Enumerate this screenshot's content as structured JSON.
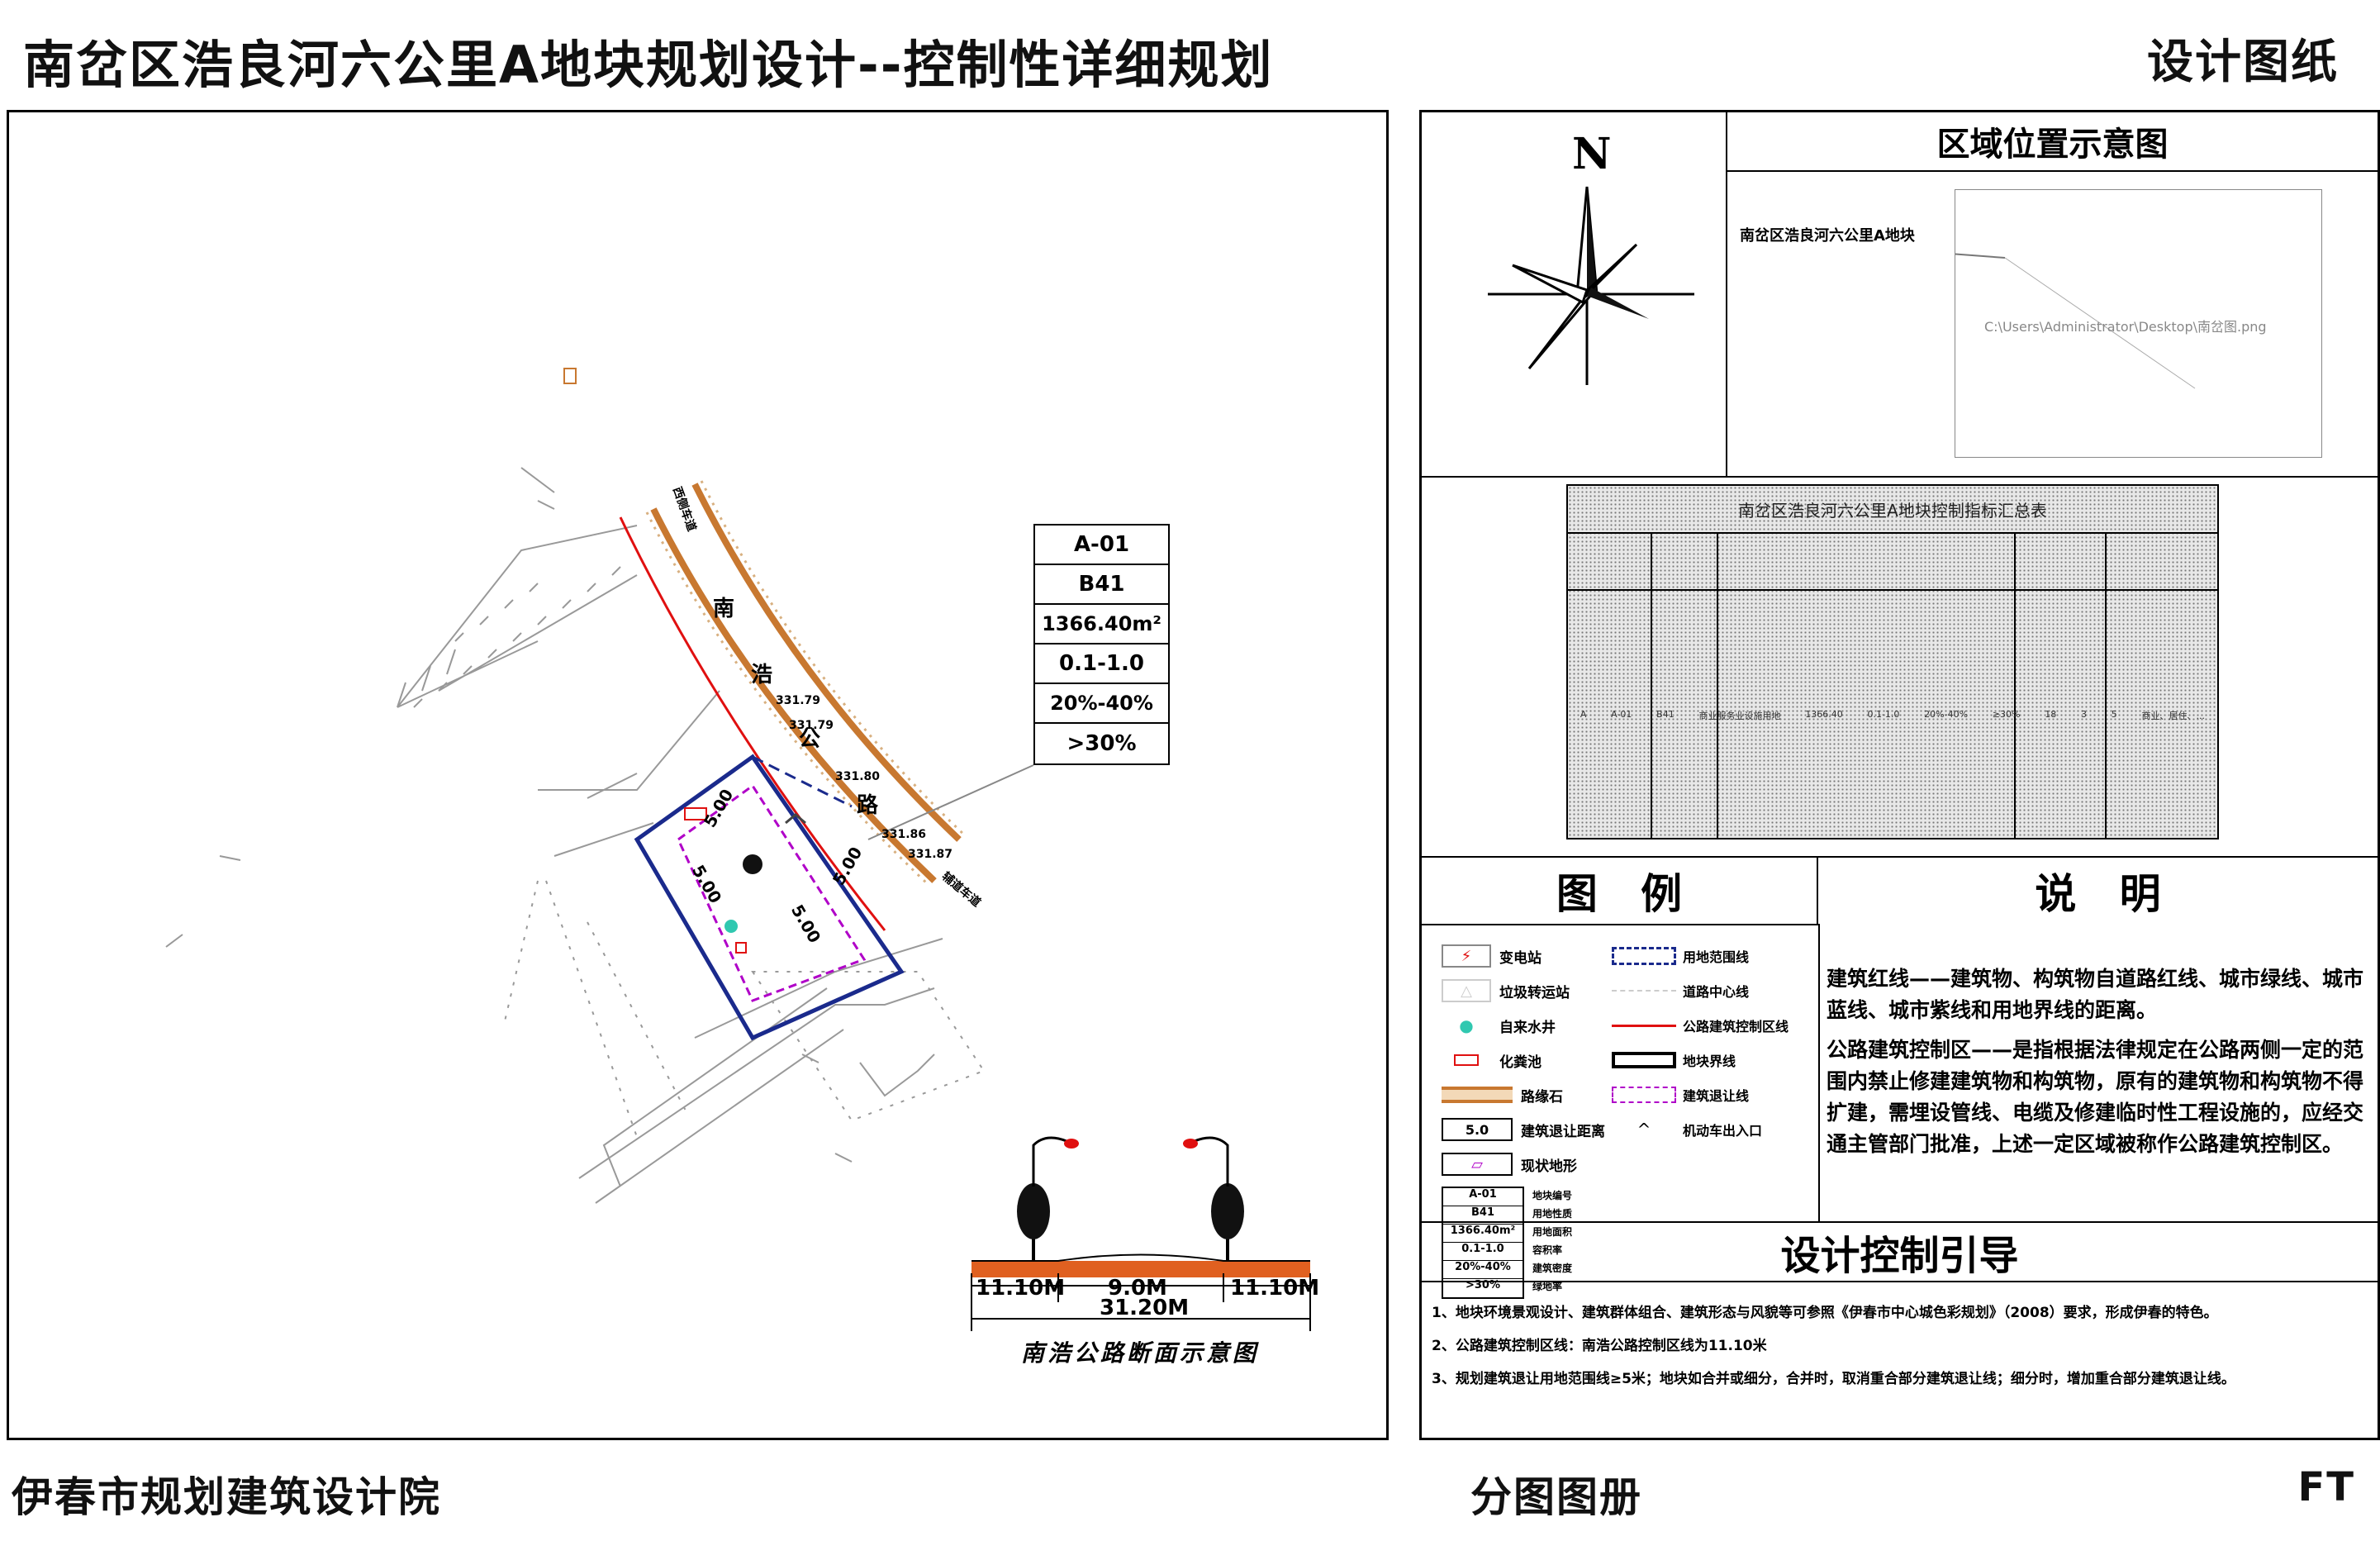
{
  "header": {
    "title": "南岔区浩良河六公里A地块规划设计--控制性详细规划",
    "badge": "设计图纸"
  },
  "footer": {
    "left": "伊春市规划建筑设计院",
    "center": "分图图册",
    "right": "FT"
  },
  "plan": {
    "parcel_table": [
      "A-01",
      "B41",
      "1366.40m²",
      "0.1-1.0",
      "20%-40%",
      ">30%"
    ],
    "road_chars": [
      "南",
      "浩",
      "公",
      "路"
    ],
    "road_side_left": "西侧车道",
    "road_side_right": "辅道车道",
    "elevations": [
      "331.79",
      "331.79",
      "331.80",
      "331.86",
      "331.87"
    ],
    "setbacks": [
      "5.00",
      "5.00",
      "5.00",
      "5.00"
    ],
    "section": {
      "widths": [
        "11.10M",
        "9.0M",
        "11.10M"
      ],
      "total": "31.20M",
      "caption": "南浩公路断面示意图"
    }
  },
  "location": {
    "north": "N",
    "title": "区域位置示意图",
    "site_label": "南岔区浩良河六公里A地块",
    "image_path": "C:\\Users\\Administrator\\Desktop\\南岔图.png"
  },
  "indicator_table": {
    "title": "南岔区浩良河六公里A地块控制指标汇总表",
    "row": [
      "A",
      "A-01",
      "B41",
      "商业服务业设施用地",
      "1366.40",
      "0.1-1.0",
      "20%-40%",
      "≥30%",
      "18",
      "3",
      "5",
      "商业、居住、..."
    ]
  },
  "legend": {
    "title": "图   例",
    "items_left": [
      "变电站",
      "垃圾转运站",
      "自来水井",
      "化粪池",
      "路缘石",
      "建筑退让距离",
      "现状地形"
    ],
    "items_right": [
      "用地范围线",
      "道路中心线",
      "公路建筑控制区线",
      "地块界线",
      "建筑退让线",
      "机动车出入口"
    ],
    "setback_sample": "5.0",
    "mini_table": [
      "A-01",
      "B41",
      "1366.40m²",
      "0.1-1.0",
      "20%-40%",
      ">30%"
    ],
    "mini_labels": [
      "地块编号",
      "用地性质",
      "用地面积",
      "容积率",
      "建筑密度",
      "绿地率"
    ]
  },
  "explanation": {
    "title": "说   明",
    "para1": "建筑红线——建筑物、构筑物自道路红线、城市绿线、城市蓝线、城市紫线和用地界线的距离。",
    "para2": "公路建筑控制区——是指根据法律规定在公路两侧一定的范围内禁止修建建筑物和构筑物，原有的建筑物和构筑物不得扩建，需埋设管线、电缆及修建临时性工程设施的，应经交通主管部门批准，上述一定区域被称作公路建筑控制区。"
  },
  "guidance": {
    "title": "设计控制引导",
    "items": [
      "1、地块环境景观设计、建筑群体组合、建筑形态与风貌等可参照《伊春市中心城色彩规划》（2008）要求，形成伊春的特色。",
      "2、公路建筑控制区线：南浩公路控制区线为11.10米",
      "3、规划建筑退让用地范围线≥5米；地块如合并或细分，合并时，取消重合部分建筑退让线；细分时，增加重合部分建筑退让线。"
    ]
  },
  "colors": {
    "parcel_line": "#1a2a8c",
    "setback_line": "#b000c8",
    "red_line": "#e01010",
    "road_edge": "#c87830",
    "section_ground": "#e06020"
  }
}
